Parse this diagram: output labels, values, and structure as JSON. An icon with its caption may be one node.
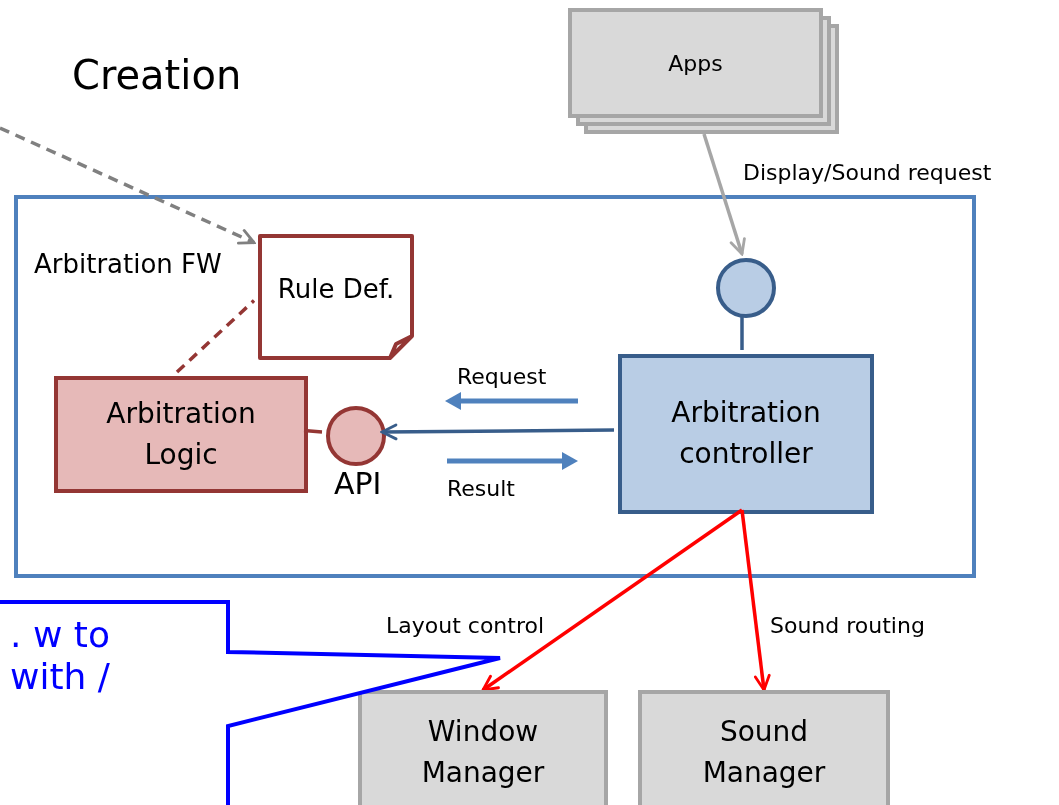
{
  "diagram": {
    "nodes": [
      {
        "text": [
          "Apps"
        ]
      },
      {
        "text": [
          "Arbitration FW"
        ]
      },
      {
        "text": [
          "Rule Def."
        ],
        "in": 1
      },
      {
        "text": [
          "Arbitration Logic"
        ],
        "in": 1
      },
      {
        "text": [],
        "shape": "circle",
        "beside": [
          "API"
        ],
        "in": 1
      },
      {
        "text": [],
        "shape": "circle",
        "in": 1
      },
      {
        "text": [
          "Arbitration controller"
        ],
        "in": 1
      },
      {
        "text": [
          "Window Manager"
        ]
      },
      {
        "text": [
          "Sound Manager"
        ]
      },
      {
        "text": [
          ". w to with /"
        ]
      }
    ],
    "edges": [
      {
        "from": null,
        "to": 2,
        "arrow": "to",
        "style": "dashed",
        "color": "#808080"
      },
      {
        "from": 0,
        "to": 5,
        "arrow": "to",
        "label": "Display/Sound request",
        "color": "#a6a6a6"
      },
      {
        "from": 3,
        "to": 2,
        "arrow": "none",
        "style": "dashed",
        "color": "#943634"
      },
      {
        "from": 3,
        "to": 4,
        "arrow": "none",
        "color": "#943634"
      },
      {
        "from": 6,
        "to": 4,
        "arrow": "to",
        "color": "#385d8a"
      },
      {
        "from": 5,
        "to": 6,
        "arrow": "none",
        "color": "#385d8a"
      },
      {
        "from": 6,
        "to": 7,
        "arrow": "to",
        "label": "Layout control",
        "color": "#ff0000"
      },
      {
        "from": 6,
        "to": 8,
        "arrow": "to",
        "label": "Sound routing",
        "color": "#ff0000"
      }
    ],
    "labels": [
      "Creation",
      "Request",
      "Result"
    ]
  }
}
